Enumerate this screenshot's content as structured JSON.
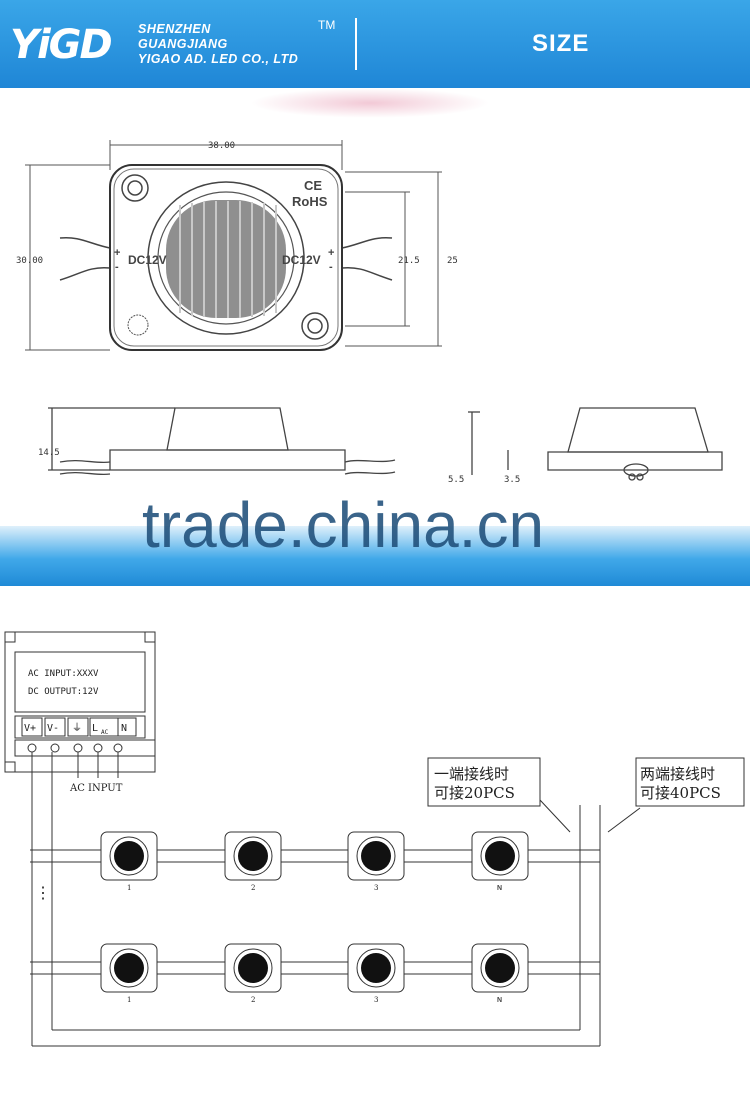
{
  "header": {
    "logo_text": "YiGD",
    "company_line1": "SHENZHEN",
    "company_line2": "GUANGJIANG",
    "company_line3": "YIGAO AD. LED CO., LTD",
    "tm": "TM",
    "section_title": "SIZE"
  },
  "watermark": "trade.china.cn",
  "dimensions": {
    "width": "38.00",
    "height": "30.00",
    "inner_height": "21.5",
    "outer_height": "25",
    "depth": "14.5",
    "side_a": "5.5",
    "side_b": "3.5"
  },
  "module_labels": {
    "ce": "CE",
    "rohs": "RoHS",
    "dc_left": "DC12V",
    "dc_right": "DC12V",
    "plus": "+",
    "minus": "-"
  },
  "psu": {
    "ac_input": "AC INPUT:XXXV",
    "dc_output": "DC OUTPUT:12V",
    "terminal_vplus": "V+",
    "terminal_vminus": "V-",
    "terminal_ground": "⏚",
    "terminal_l": "L",
    "terminal_ac": "AC",
    "terminal_n": "N",
    "ac_input_label": "AC  INPUT"
  },
  "callouts": {
    "one_end_line1": "一端接线时",
    "one_end_line2": "可接20PCS",
    "two_end_line1": "两端接线时",
    "two_end_line2": "可接40PCS"
  },
  "row1_labels": [
    "1",
    "2",
    "3",
    "N"
  ],
  "row2_labels": [
    "1",
    "2",
    "3",
    "N"
  ],
  "ellipsis": "⋮"
}
